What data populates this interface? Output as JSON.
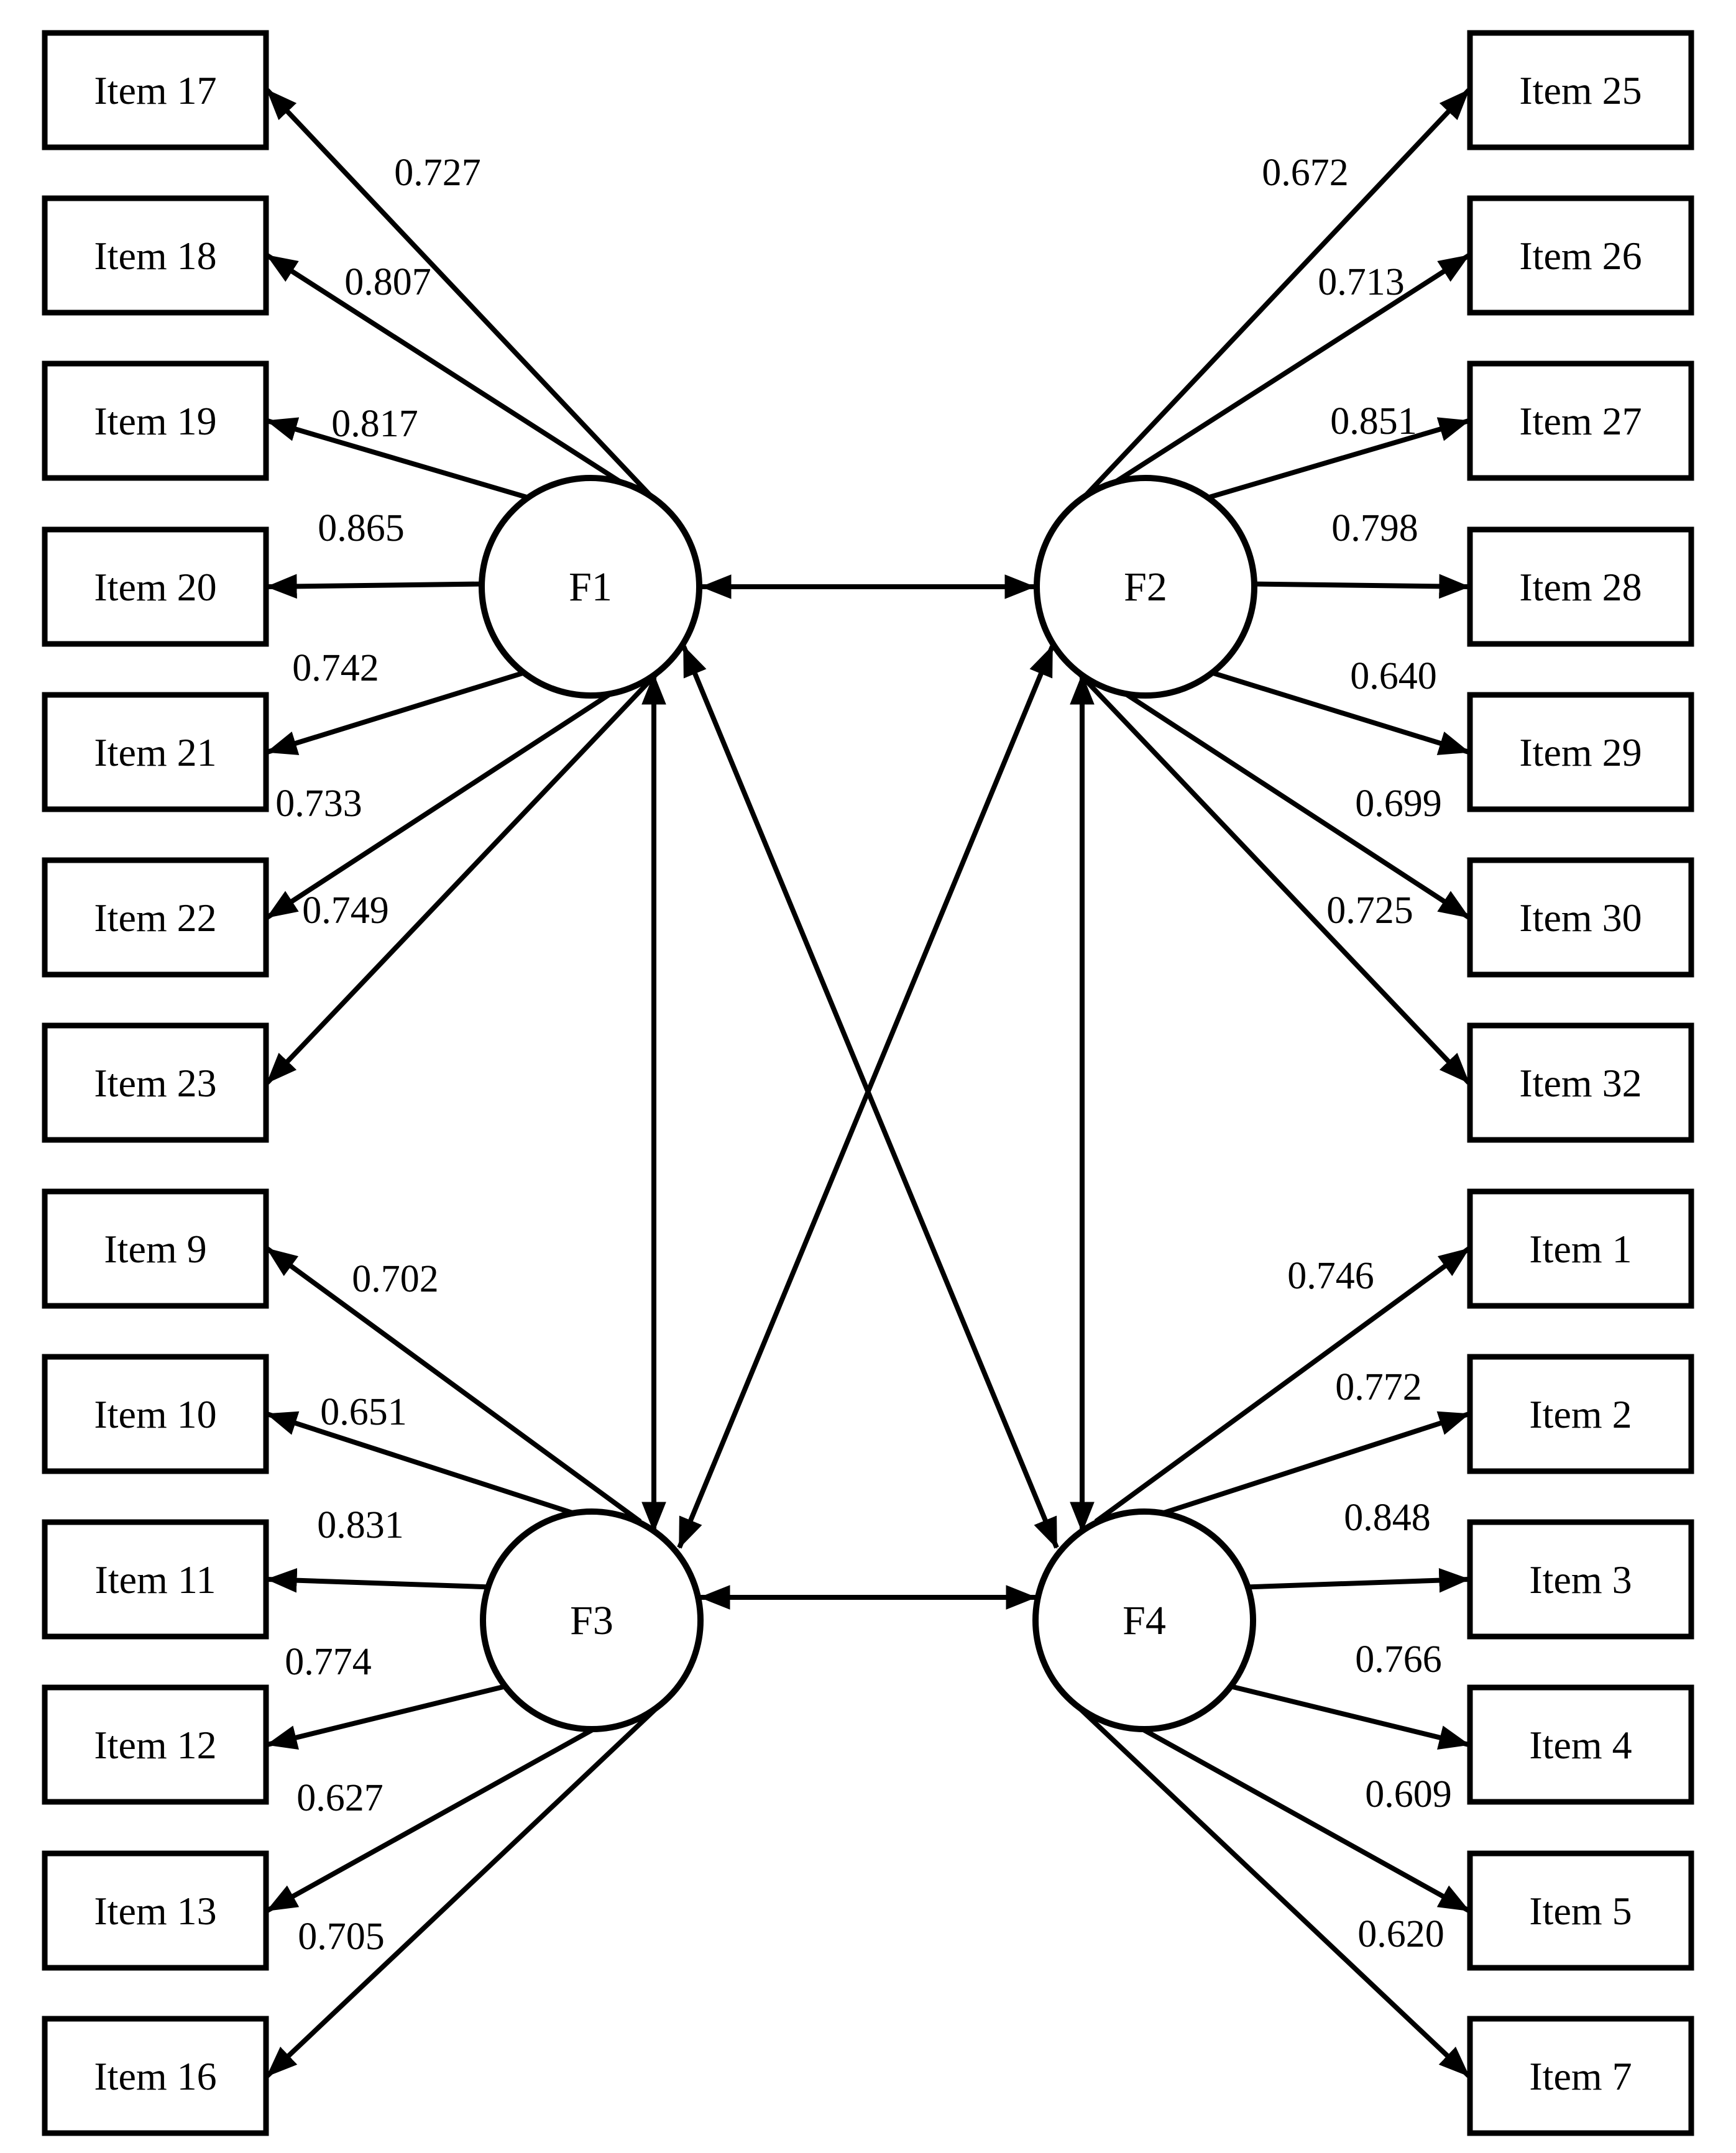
{
  "diagram_type": "confirmatory-factor-analysis-path-diagram",
  "colors": {
    "line": "#000000",
    "background": "#ffffff",
    "node_fill": "#ffffff"
  },
  "factors": [
    {
      "label": "F1",
      "items": [
        {
          "label": "Item 17",
          "loading": "0.727"
        },
        {
          "label": "Item 18",
          "loading": "0.807"
        },
        {
          "label": "Item 19",
          "loading": "0.817"
        },
        {
          "label": "Item 20",
          "loading": "0.865"
        },
        {
          "label": "Item 21",
          "loading": "0.742"
        },
        {
          "label": "Item 22",
          "loading": "0.733"
        },
        {
          "label": "Item 23",
          "loading": "0.749"
        }
      ]
    },
    {
      "label": "F2",
      "items": [
        {
          "label": "Item 25",
          "loading": "0.672"
        },
        {
          "label": "Item 26",
          "loading": "0.713"
        },
        {
          "label": "Item 27",
          "loading": "0.851"
        },
        {
          "label": "Item 28",
          "loading": "0.798"
        },
        {
          "label": "Item 29",
          "loading": "0.640"
        },
        {
          "label": "Item 30",
          "loading": "0.699"
        },
        {
          "label": "Item 32",
          "loading": "0.725"
        }
      ]
    },
    {
      "label": "F3",
      "items": [
        {
          "label": "Item 9",
          "loading": "0.702"
        },
        {
          "label": "Item 10",
          "loading": "0.651"
        },
        {
          "label": "Item 11",
          "loading": "0.831"
        },
        {
          "label": "Item 12",
          "loading": "0.774"
        },
        {
          "label": "Item 13",
          "loading": "0.627"
        },
        {
          "label": "Item 16",
          "loading": "0.705"
        }
      ]
    },
    {
      "label": "F4",
      "items": [
        {
          "label": "Item 1",
          "loading": "0.746"
        },
        {
          "label": "Item 2",
          "loading": "0.772"
        },
        {
          "label": "Item 3",
          "loading": "0.848"
        },
        {
          "label": "Item 4",
          "loading": "0.766"
        },
        {
          "label": "Item 5",
          "loading": "0.609"
        },
        {
          "label": "Item 7",
          "loading": "0.620"
        }
      ]
    }
  ],
  "correlations": [
    {
      "between": [
        "F1",
        "F2"
      ],
      "arrow": "double-headed"
    },
    {
      "between": [
        "F3",
        "F4"
      ],
      "arrow": "double-headed"
    },
    {
      "between": [
        "F1",
        "F3"
      ],
      "arrow": "double-headed"
    },
    {
      "between": [
        "F2",
        "F4"
      ],
      "arrow": "double-headed"
    },
    {
      "between": [
        "F1",
        "F4"
      ],
      "arrow": "double-headed"
    },
    {
      "between": [
        "F2",
        "F3"
      ],
      "arrow": "double-headed"
    }
  ]
}
